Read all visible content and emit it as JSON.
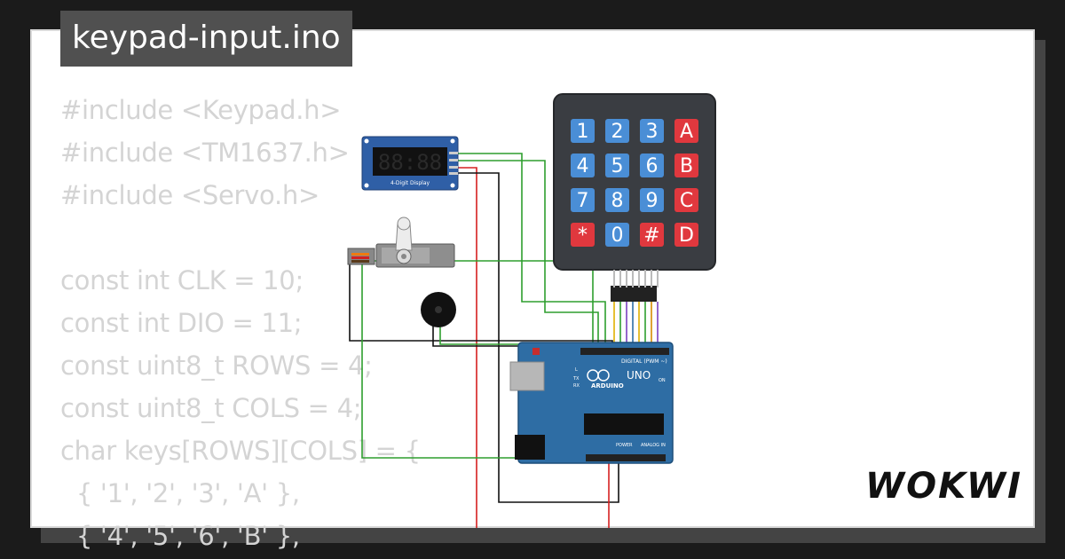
{
  "project": {
    "file_name": "keypad-input.ino",
    "brand": "WOKWI"
  },
  "code_lines": [
    "#include <Keypad.h>",
    "#include <TM1637.h>",
    "#include <Servo.h>",
    "",
    "const int CLK = 10;",
    "const int DIO = 11;",
    "const uint8_t ROWS = 4;",
    "const uint8_t COLS = 4;",
    "char keys[ROWS][COLS] = {",
    "  { '1', '2', '3', 'A' },",
    "  { '4', '5', '6', 'B' },"
  ],
  "keypad": {
    "keys": [
      [
        "1",
        "2",
        "3",
        "A"
      ],
      [
        "4",
        "5",
        "6",
        "B"
      ],
      [
        "7",
        "8",
        "9",
        "C"
      ],
      [
        "*",
        "0",
        "#",
        "D"
      ]
    ],
    "colors": {
      "digit": "#4a8ed6",
      "letter": "#e0383e",
      "frame": "#3a3d42"
    }
  },
  "display": {
    "readout": "88:88",
    "label": "4-Digit Display"
  },
  "arduino": {
    "brand": "ARDUINO",
    "model": "UNO",
    "digital_label": "DIGITAL (PWM ~)",
    "power_label": "POWER",
    "analog_label": "ANALOG IN",
    "on_label": "ON",
    "tx_label": "TX",
    "rx_label": "RX",
    "l_label": "L"
  },
  "colors": {
    "background": "#1b1b1b",
    "card": "#ffffff",
    "title_bg": "#505050",
    "code_text": "#d4d4d4",
    "wire_green": "#2e9e2e",
    "wire_red": "#d52020",
    "wire_black": "#111111",
    "board": "#2e6da4"
  }
}
